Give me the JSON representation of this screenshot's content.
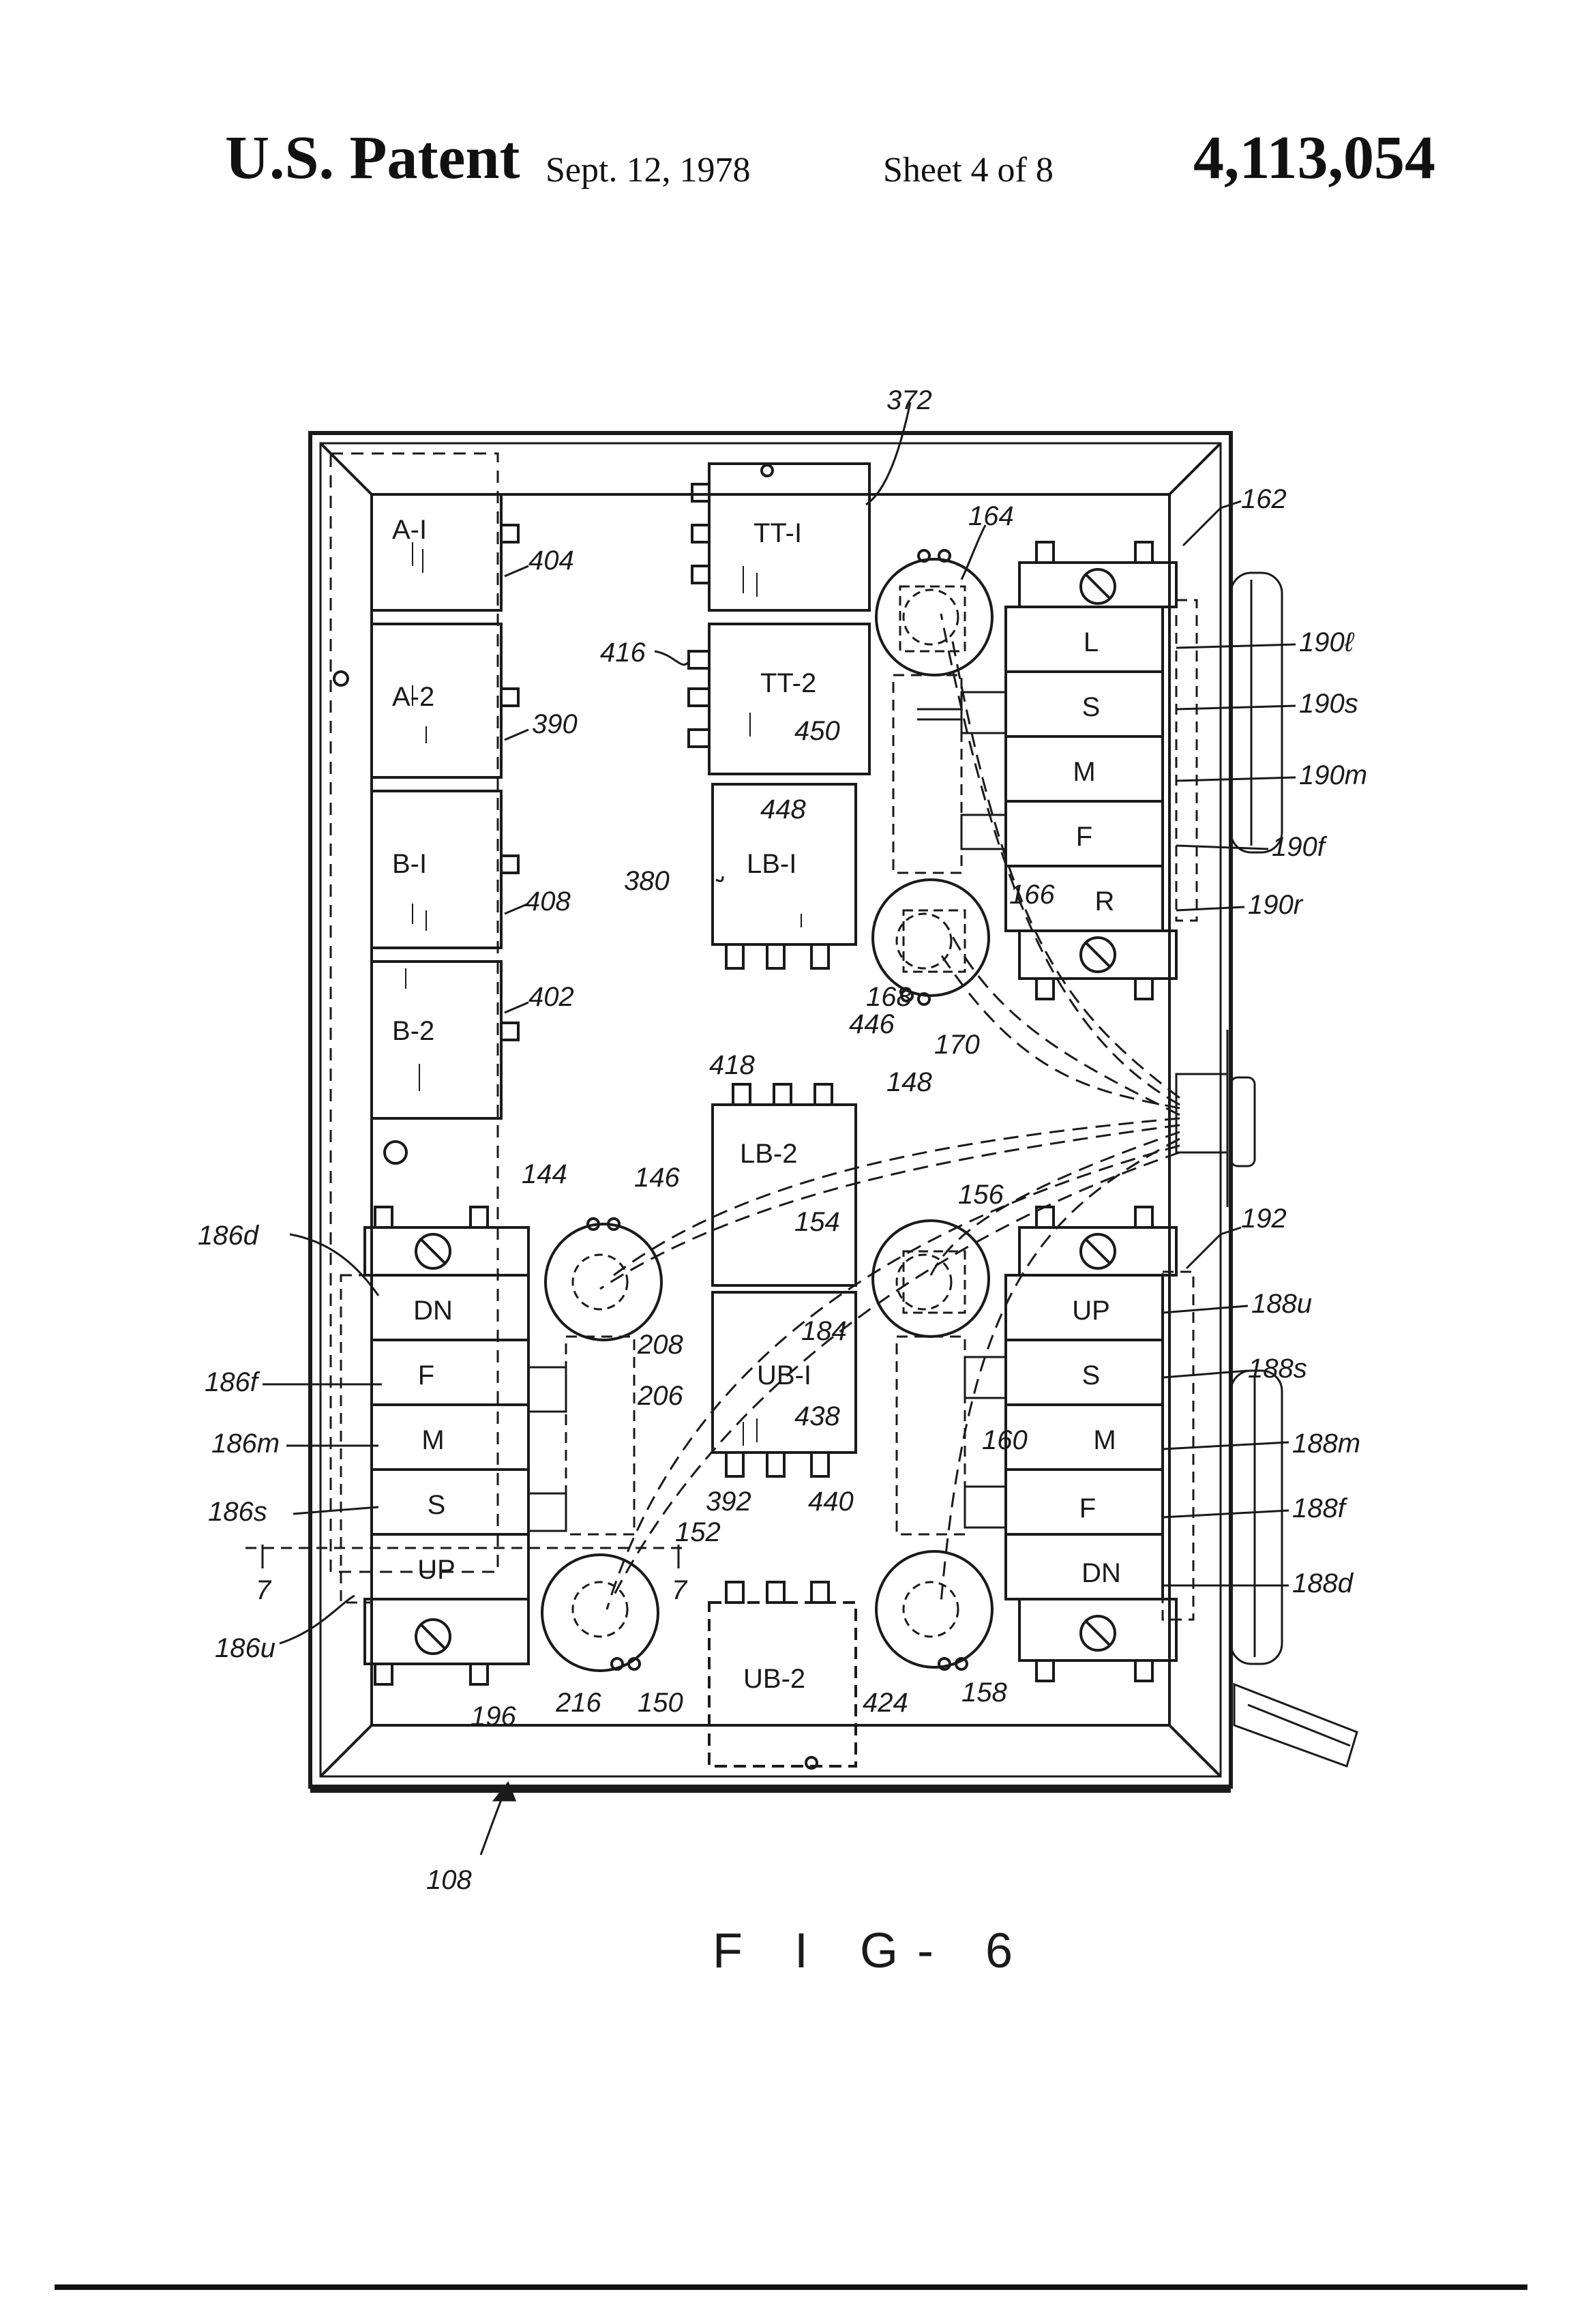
{
  "header": {
    "patent": "U.S. Patent",
    "date": "Sept. 12, 1978",
    "sheet": "Sheet 4 of 8",
    "number": "4,113,054"
  },
  "figure_label": "F I G- 6",
  "relays_left": [
    {
      "id": "a1",
      "label": "A-I",
      "ref": "404"
    },
    {
      "id": "a2",
      "label": "A-2",
      "ref": "390"
    },
    {
      "id": "b1",
      "label": "B-I",
      "ref": "408"
    },
    {
      "id": "b2",
      "label": "B-2",
      "ref": "402"
    }
  ],
  "relays_center": [
    {
      "id": "tt1",
      "label": "TT-I",
      "ref": "372"
    },
    {
      "id": "tt2",
      "label": "TT-2",
      "ref": "416"
    },
    {
      "id": "lb1",
      "label": "LB-I",
      "ref": "380"
    },
    {
      "id": "lb2",
      "label": "LB-2",
      "ref": "418"
    },
    {
      "id": "ub1",
      "label": "UB-I",
      "ref": "392"
    },
    {
      "id": "ub2",
      "label": "UB-2",
      "ref": "424"
    }
  ],
  "valve_top_right": {
    "ref": "162",
    "items": [
      {
        "label": "L",
        "ref": "190ℓ"
      },
      {
        "label": "S",
        "ref": "190s"
      },
      {
        "label": "M",
        "ref": "190m"
      },
      {
        "label": "F",
        "ref": "190f"
      },
      {
        "label": "R",
        "ref": "190r"
      }
    ]
  },
  "valve_bottom_left": {
    "ref": "144",
    "items": [
      {
        "label": "DN",
        "ref": "186d"
      },
      {
        "label": "F",
        "ref": "186f"
      },
      {
        "label": "M",
        "ref": "186m"
      },
      {
        "label": "S",
        "ref": "186s"
      },
      {
        "label": "UP",
        "ref": "186u"
      }
    ]
  },
  "valve_bottom_right": {
    "ref": "192",
    "items": [
      {
        "label": "UP",
        "ref": "188u"
      },
      {
        "label": "S",
        "ref": "188s"
      },
      {
        "label": "M",
        "ref": "188m"
      },
      {
        "label": "F",
        "ref": "188f"
      },
      {
        "label": "DN",
        "ref": "188d"
      }
    ]
  },
  "refs": {
    "r164": "164",
    "r166": "166",
    "r168": "168",
    "r170": "170",
    "r446": "446",
    "r448": "448",
    "r450": "450",
    "r148": "148",
    "r146": "146",
    "r154": "154",
    "r156": "156",
    "r184": "184",
    "r438": "438",
    "r440": "440",
    "r160": "160",
    "r208": "208",
    "r206": "206",
    "r152": "152",
    "r196": "196",
    "r216": "216",
    "r150": "150",
    "r158": "158",
    "r108": "108",
    "r7a": "7",
    "r7b": "7"
  }
}
